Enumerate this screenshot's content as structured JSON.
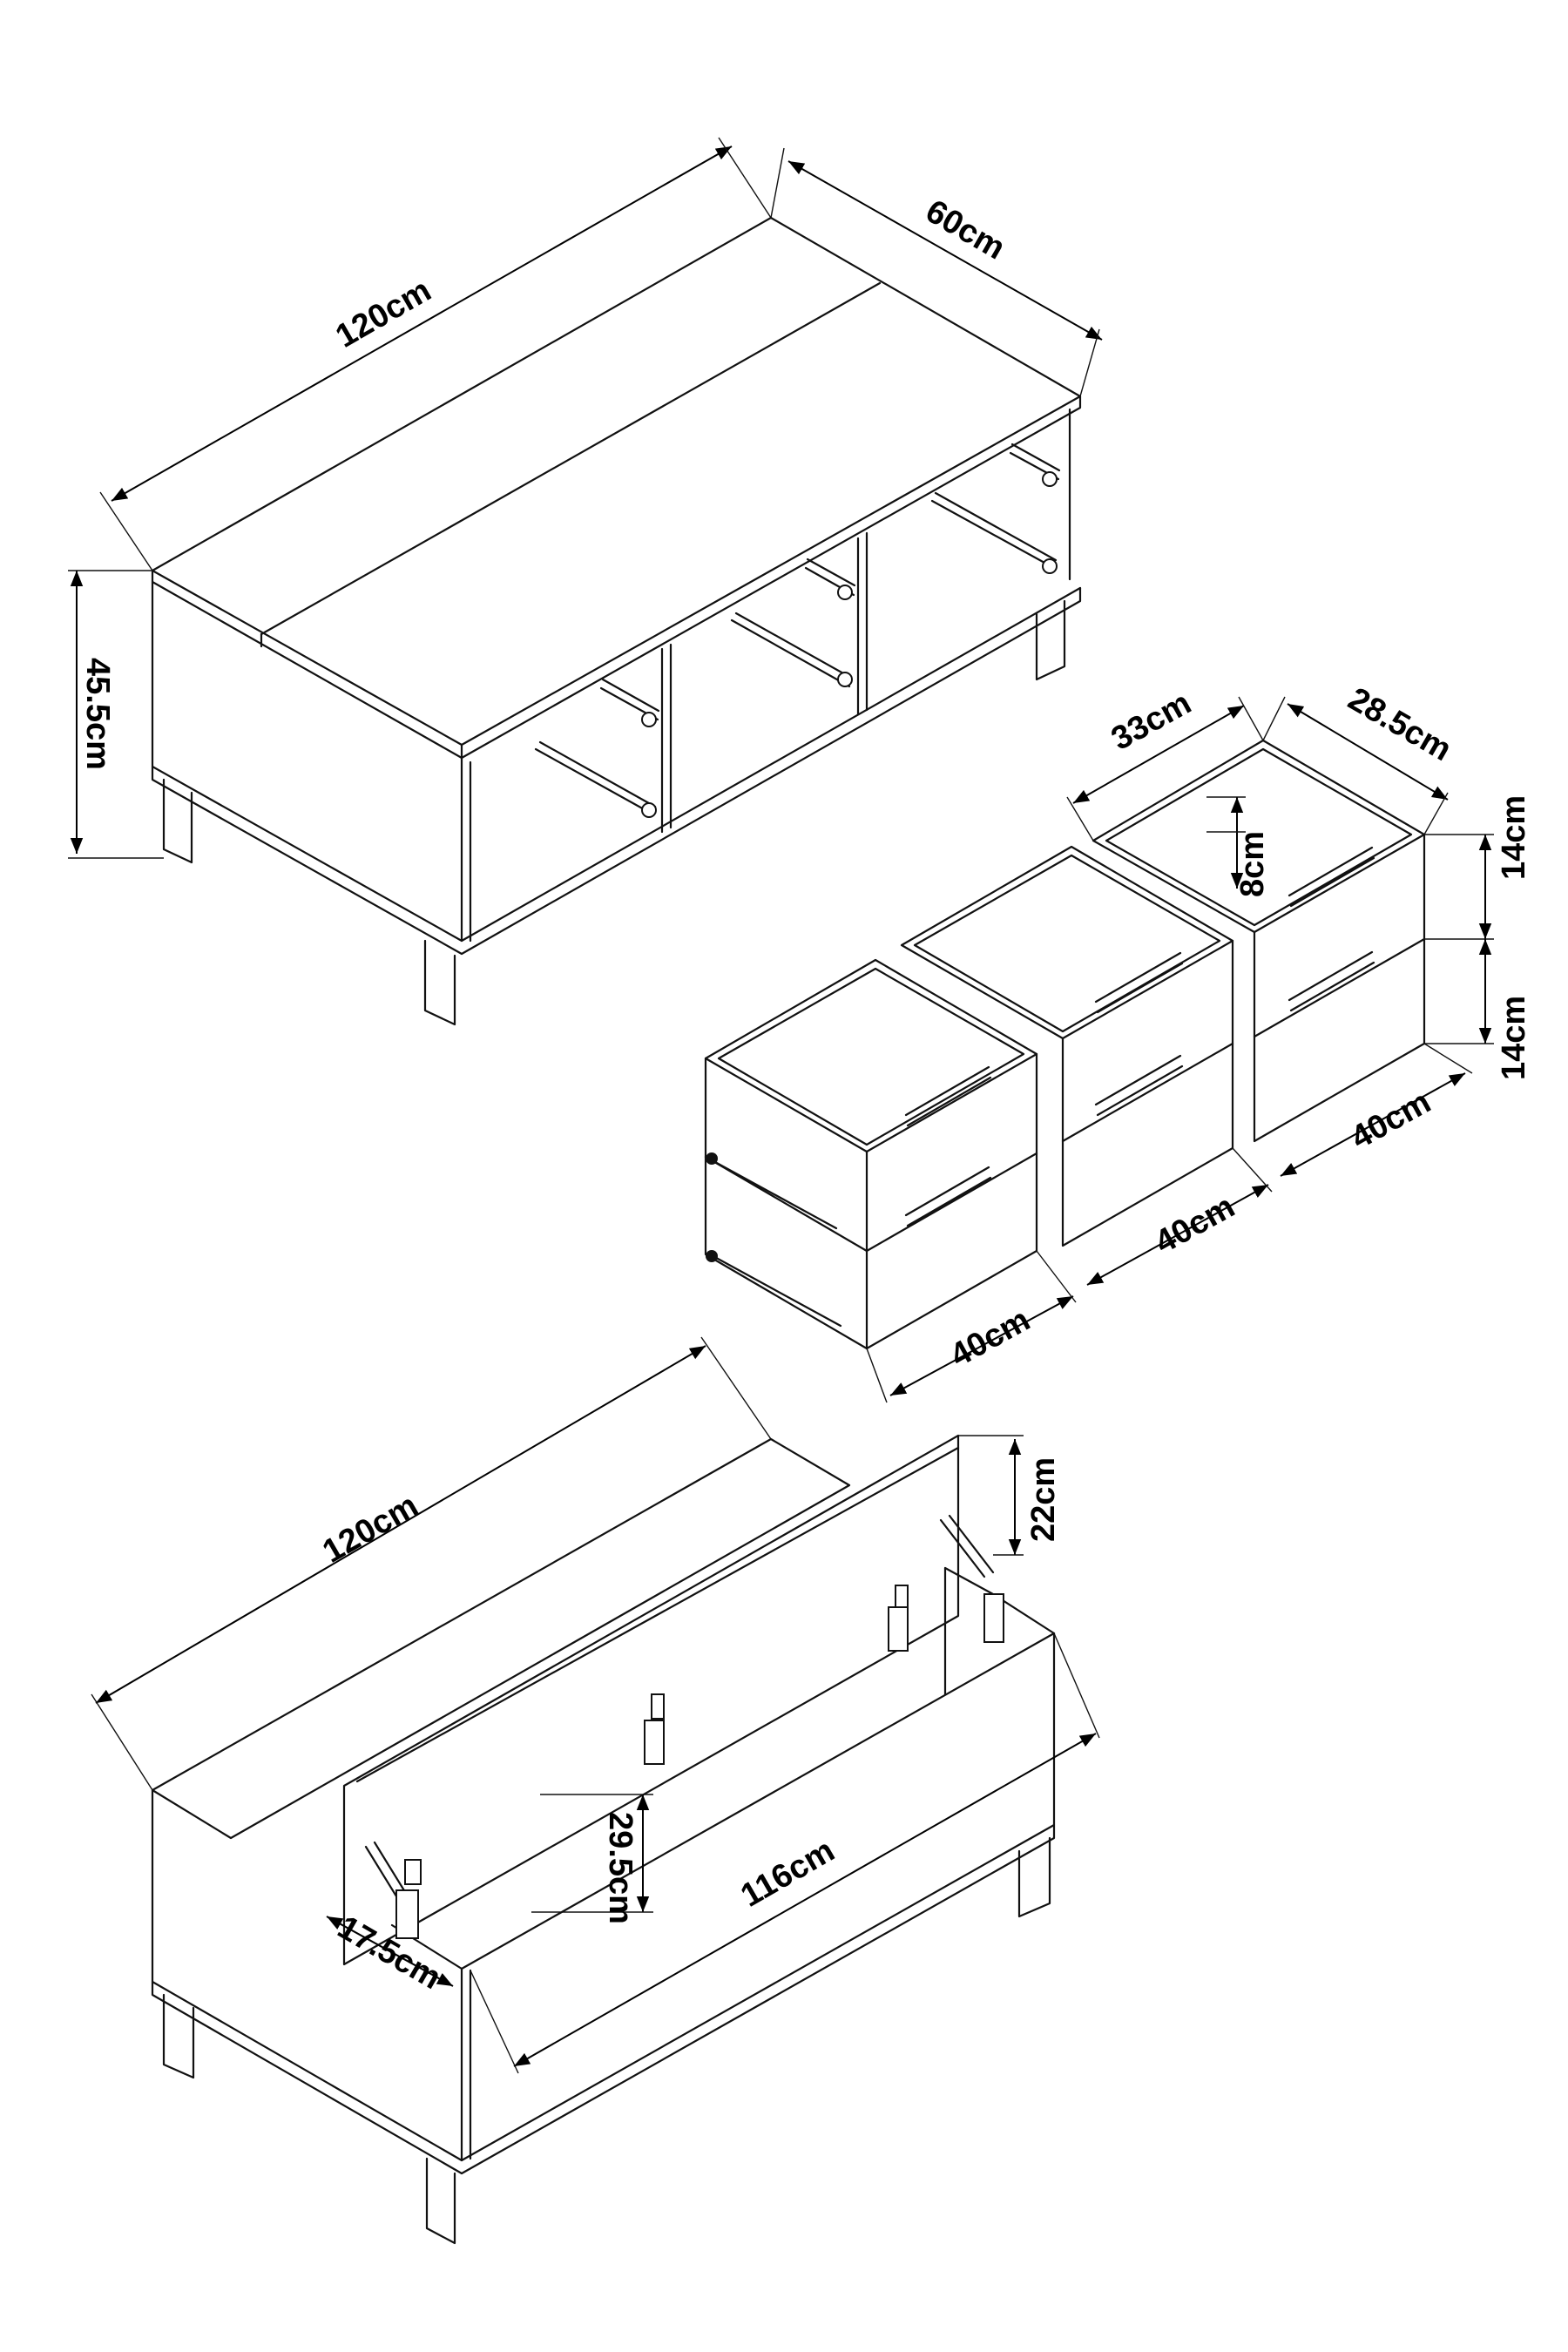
{
  "views": {
    "closed_bench": {
      "width": "120cm",
      "depth": "60cm",
      "height": "45.5cm"
    },
    "drawers": {
      "drawer_width_front": "40cm",
      "drawer_width_middle": "40cm",
      "drawer_width_back": "40cm",
      "drawer_inner_width": "33cm",
      "drawer_inner_depth": "28.5cm",
      "drawer_height_upper": "14cm",
      "drawer_height_lower": "14cm",
      "drawer_inner_height": "8cm"
    },
    "open_bench": {
      "width": "120cm",
      "lid_height": "22cm",
      "inner_length": "116cm",
      "inner_depth": "29.5cm",
      "lid_thickness_side": "17.5cm"
    }
  }
}
